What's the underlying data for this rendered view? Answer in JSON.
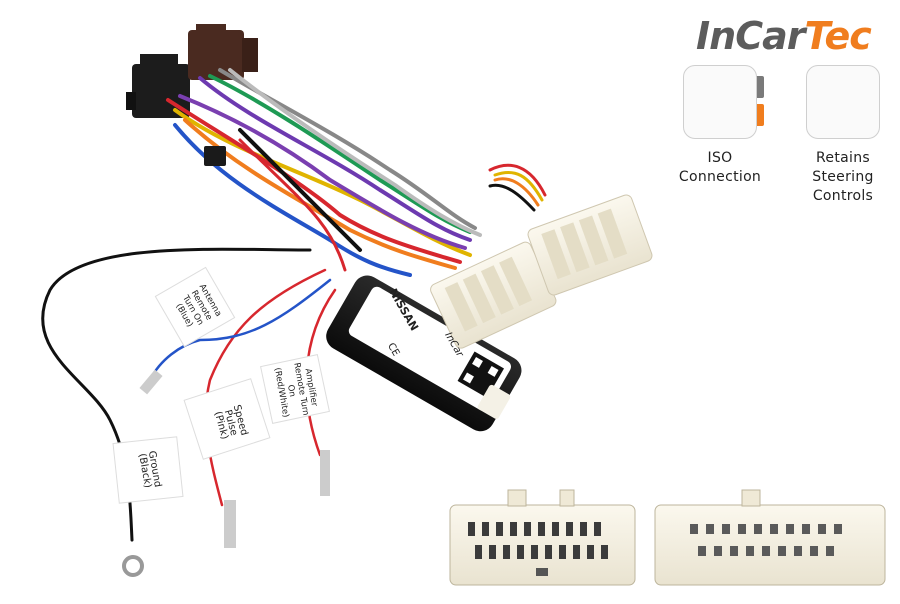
{
  "brand": {
    "part1": "InCar",
    "part2": "Tec",
    "color_primary": "#5c5c5c",
    "color_accent": "#f07d1e"
  },
  "features": [
    {
      "icon": "iso-connector-icon",
      "line1": "ISO",
      "line2": "Connection",
      "line3": ""
    },
    {
      "icon": "steering-wheel-icon",
      "line1": "Retains",
      "line2": "Steering",
      "line3": "Controls"
    }
  ],
  "box": {
    "brand_text": "NISSAN",
    "logo_text": "InCar",
    "marks": "CE"
  },
  "tags": {
    "antenna": [
      "Antenna",
      "Remote",
      "Turn On",
      "(Blue)"
    ],
    "amplifier": [
      "Amplifier",
      "Remote Turn On",
      "(Red/White)"
    ],
    "speed": [
      "Speed Pulse",
      "(Pink)"
    ],
    "ground": [
      "Ground",
      "(Black)"
    ]
  }
}
